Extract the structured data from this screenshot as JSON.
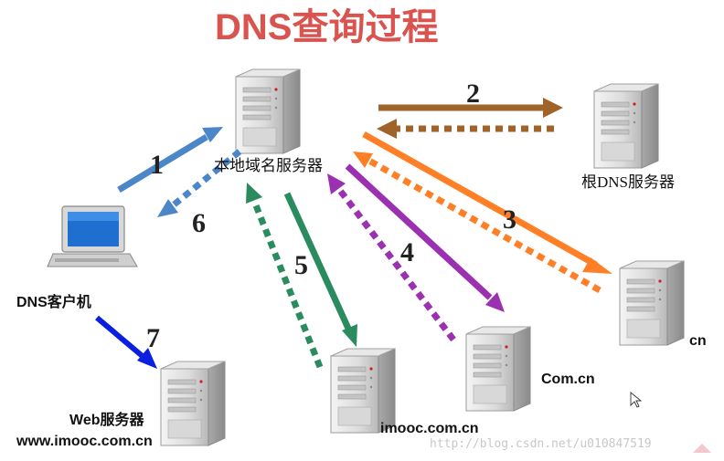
{
  "title": "DNS查询过程",
  "nodes": {
    "local_dns": "本地域名服务器",
    "root_dns": "根DNS服务器",
    "client": "DNS客户机",
    "cn": "cn",
    "com_cn": "Com.cn",
    "imooc": "imooc.com.cn",
    "web_server": "Web服务器",
    "web_domain": "www.imooc.com.cn"
  },
  "steps": [
    "1",
    "2",
    "3",
    "4",
    "5",
    "6",
    "7"
  ],
  "colors": {
    "title": "#d9534f",
    "step1": "#4a86c8",
    "step2": "#a0642a",
    "step3": "#ff7f27",
    "step4": "#9b30b0",
    "step5": "#2a8c5e",
    "step6": "#4a86c8",
    "step7": "#0a1fe0"
  },
  "watermark": "http://blog.csdn.net/u010847519"
}
